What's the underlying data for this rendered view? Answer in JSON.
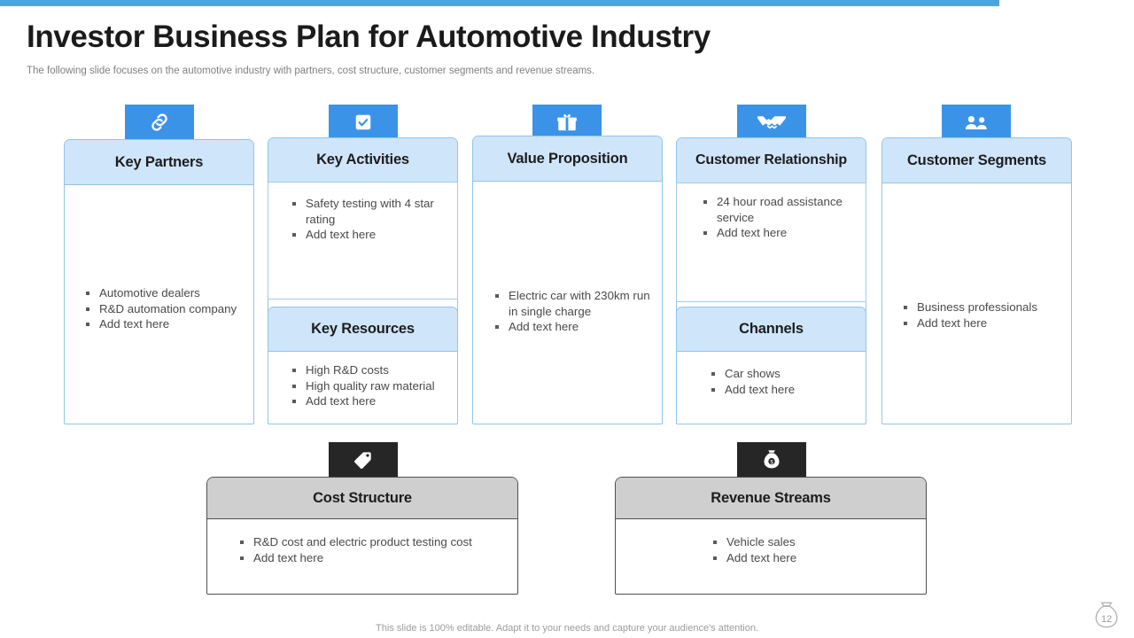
{
  "slide": {
    "title": "Investor Business Plan for Automotive Industry",
    "subtitle": "The following slide focuses on the automotive industry with partners, cost structure, customer segments and revenue streams.",
    "footer_note": "This slide is 100% editable. Adapt it to your needs and capture your audience's attention.",
    "page_number": "12",
    "accent_color": "#4da3da",
    "icon_tab_color": "#3b93e8",
    "icon_tab_dark_color": "#262626",
    "card_header_color": "#cfe5fa",
    "card_border_color": "#8fc6e8",
    "grey_header_color": "#cfcfcf"
  },
  "blocks": [
    {
      "id": "key-partners",
      "icon": "link-icon",
      "title": "Key Partners",
      "items": [
        "Automotive dealers",
        "R&D automation company",
        "Add text here"
      ]
    },
    {
      "id": "key-activities",
      "icon": "check-square-icon",
      "title": "Key Activities",
      "items": [
        "Safety testing with 4 star rating",
        "Add text here"
      ]
    },
    {
      "id": "key-resources",
      "icon": "people-factory-icon",
      "title": "Key Resources",
      "items": [
        "High R&D costs",
        "High quality raw material",
        "Add text here"
      ]
    },
    {
      "id": "value-proposition",
      "icon": "gift-icon",
      "title": "Value Proposition",
      "items": [
        "Electric car with 230km run in single charge",
        "Add text here"
      ]
    },
    {
      "id": "customer-relationship",
      "icon": "handshake-icon",
      "title": "Customer Relationship",
      "items": [
        "24 hour road assistance service",
        "Add text here"
      ]
    },
    {
      "id": "channels",
      "icon": "truck-icon",
      "title": "Channels",
      "items": [
        "Car shows",
        "Add text here"
      ]
    },
    {
      "id": "customer-segments",
      "icon": "two-people-icon",
      "title": "Customer Segments",
      "items": [
        "Business professionals",
        "Add text here"
      ]
    },
    {
      "id": "cost-structure",
      "icon": "price-tag-icon",
      "title": "Cost Structure",
      "items": [
        "R&D cost and electric product testing cost",
        "Add text here"
      ]
    },
    {
      "id": "revenue-streams",
      "icon": "money-bag-icon",
      "title": "Revenue Streams",
      "items": [
        "Vehicle sales",
        "Add text here"
      ]
    }
  ]
}
